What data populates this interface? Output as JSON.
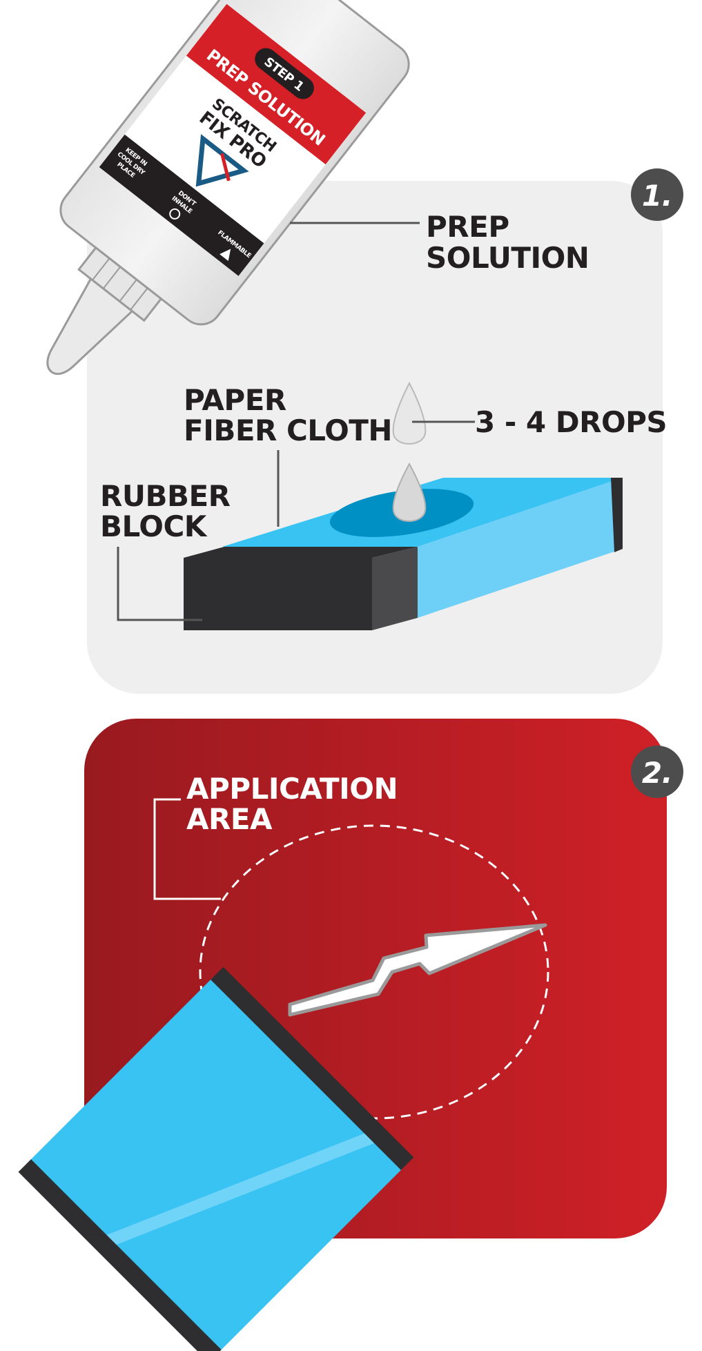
{
  "step1": {
    "badge": "1.",
    "label_prep_line1": "PREP",
    "label_prep_line2": "SOLUTION",
    "label_paper_line1": "PAPER",
    "label_paper_line2": "FIBER CLOTH",
    "label_rubber_line1": "RUBBER",
    "label_rubber_line2": "BLOCK",
    "label_drops": "3 - 4 DROPS"
  },
  "bottle": {
    "step_text": "STEP 1",
    "product_line1": "SCRATCH",
    "product_line2": "FIX PRO",
    "band_text": "PREP SOLUTION",
    "warning_1_line1": "KEEP IN",
    "warning_1_line2": "COOL DRY",
    "warning_1_line3": "PLACE",
    "warning_2_line1": "DON'T",
    "warning_2_line2": "INHALE",
    "warning_3": "FLAMMABLE"
  },
  "step2": {
    "badge": "2.",
    "label_application_line1": "APPLICATION",
    "label_application_line2": "AREA"
  },
  "colors": {
    "panel1_bg": "#efefef",
    "panel2_bg_left": "#981a1f",
    "panel2_bg_right": "#cf2027",
    "badge_bg": "#4d4d4d",
    "cloth_blue": "#38c3f3",
    "cloth_dark": "#0090c3",
    "block_dark": "#2e2d2f",
    "text_dark": "#231f20"
  }
}
